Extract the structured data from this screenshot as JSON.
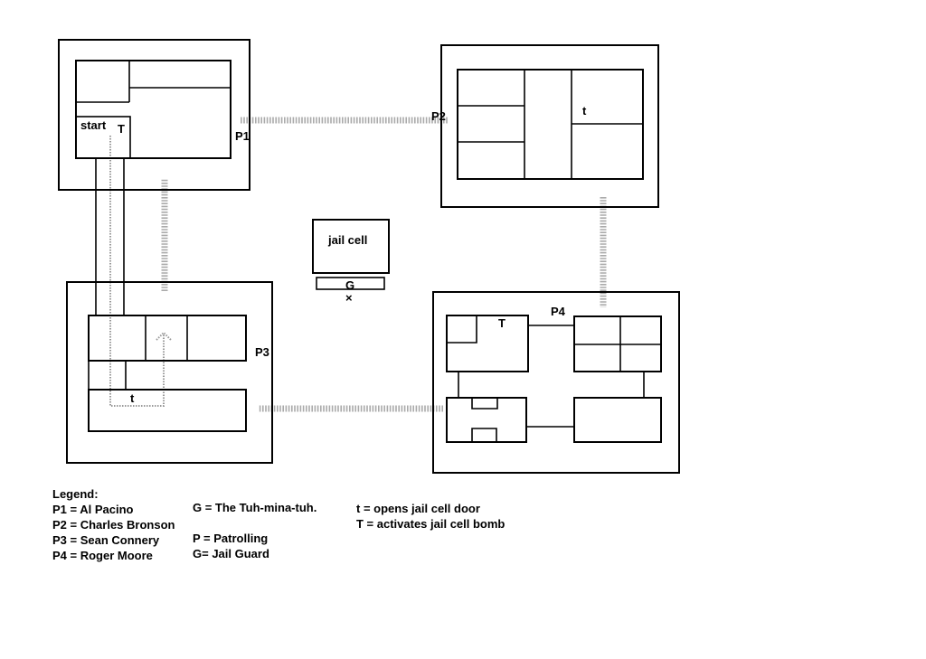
{
  "diagram": {
    "labels": {
      "p1": "P1",
      "p2": "P2",
      "p3": "P3",
      "p4": "P4",
      "start": "start",
      "t_upper_p1": "T",
      "t_lower_p2": "t",
      "t_lower_p3": "t",
      "t_upper_p4": "T",
      "jail_cell": "jail cell",
      "guard": "G",
      "guard_mark": "×"
    }
  },
  "legend": {
    "title": "Legend:",
    "col1": [
      "P1 = Al Pacino",
      "P2 = Charles Bronson",
      "P3 = Sean Connery",
      "P4 = Roger Moore"
    ],
    "col2": [
      "G = The Tuh-mina-tuh.",
      "P = Patrolling",
      "G= Jail Guard"
    ],
    "col3": [
      "t = opens jail cell door",
      "T = activates jail cell bomb"
    ]
  }
}
